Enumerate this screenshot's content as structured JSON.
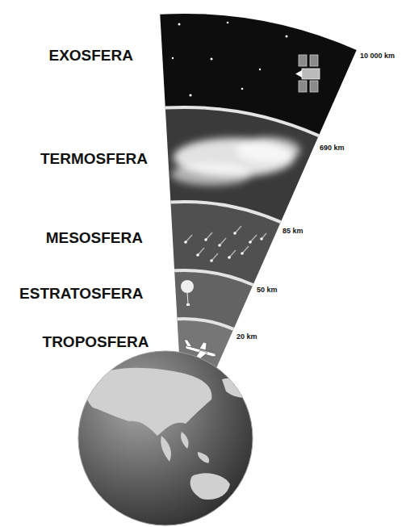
{
  "diagram": {
    "labels": [
      "EXOSFERA",
      "10 000 km",
      "TERMOSFERA",
      "690 km",
      "MESOSFERA",
      "85 km",
      "ESTRATOSFERA",
      "50 km",
      "TROPOSFERA",
      "20 km"
    ]
  }
}
